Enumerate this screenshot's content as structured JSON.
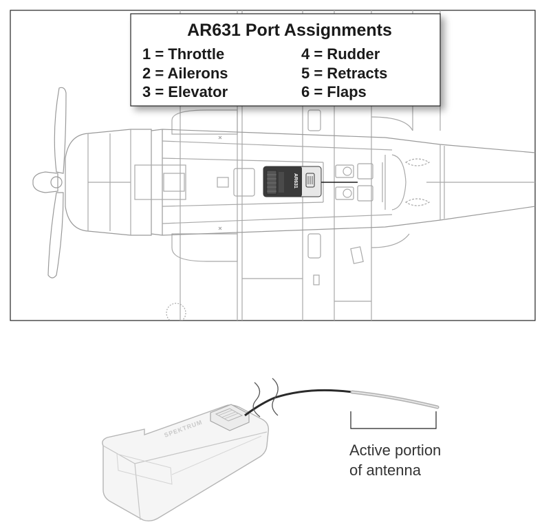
{
  "legend": {
    "title": "AR631 Port Assignments",
    "items": [
      {
        "port": "1",
        "function": "Throttle",
        "text": "1 = Throttle"
      },
      {
        "port": "2",
        "function": "Ailerons",
        "text": "2 = Ailerons"
      },
      {
        "port": "3",
        "function": "Elevator",
        "text": "3 = Elevator"
      },
      {
        "port": "4",
        "function": "Rudder",
        "text": "4 = Rudder"
      },
      {
        "port": "5",
        "function": "Retracts",
        "text": "5 = Retracts"
      },
      {
        "port": "6",
        "function": "Flaps",
        "text": "6 = Flaps"
      }
    ]
  },
  "receiver": {
    "model": "AR631",
    "brand": "SPEKTRUM"
  },
  "antenna_callout": {
    "line1": "Active portion",
    "line2": "of antenna"
  },
  "colors": {
    "line_art": "#9a9a9a",
    "receiver_body": "#3a3a3a",
    "text": "#1a1a1a",
    "antenna_wire": "#2a2a2a",
    "antenna_active": "#b0b0b0"
  }
}
